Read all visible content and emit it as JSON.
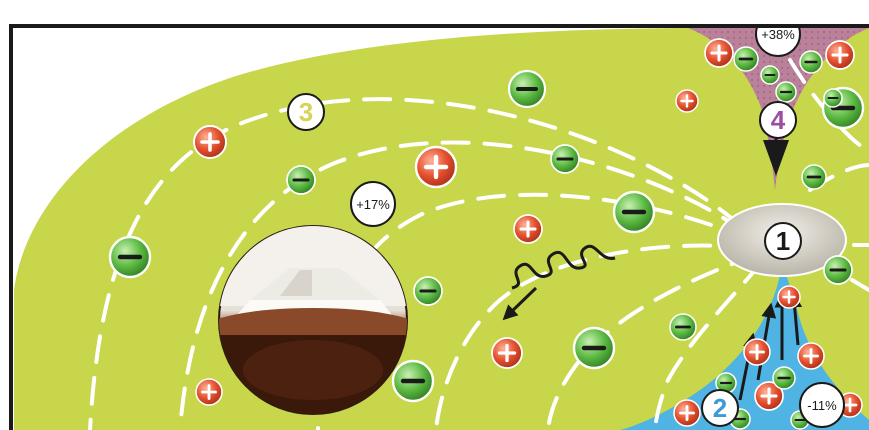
{
  "zones": {
    "center": "1",
    "bottom_flow": "2",
    "field_region": "3",
    "top_flow": "4"
  },
  "percentages": {
    "field": "+17%",
    "top": "+38%",
    "bottom": "-11%"
  },
  "symbols": {
    "positive": "+",
    "negative": "–"
  },
  "colors": {
    "background": "#ffffff",
    "frame": "#1a1a1a",
    "field": "#c7d64a",
    "top_channel": "#b9829a",
    "bottom_channel": "#4fb3e3",
    "center_disk": "#d6d2c8",
    "zone_label_field": "#d9d256",
    "zone_label_top": "#9c4ea0",
    "zone_label_bottom": "#3d9ad6",
    "positive_ion": "#e04a2e",
    "negative_ion": "#5bb841",
    "arrow": "#1a1a1a"
  },
  "icons": {
    "positive": "plus-ion-icon",
    "negative": "minus-ion-icon",
    "spiral": "coil-icon",
    "photo": "room-photo-circle"
  }
}
